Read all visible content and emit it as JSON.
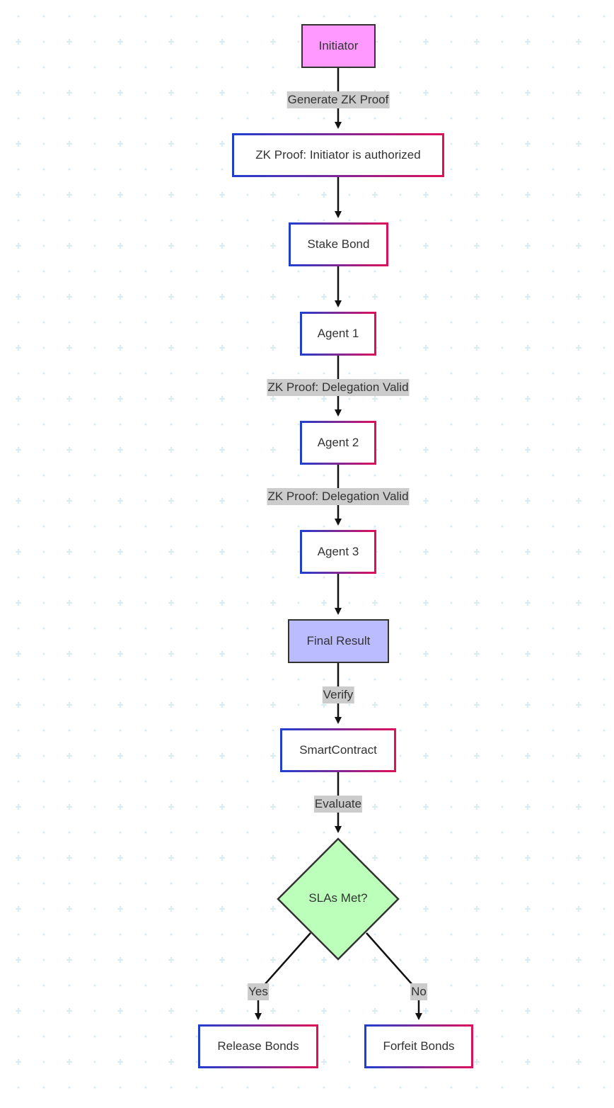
{
  "colors": {
    "background": "#ffffff",
    "grid": "#d8ecf4",
    "initiator_fill": "#ff99ff",
    "final_result_fill": "#bbbbff",
    "decision_fill": "#bbffbb",
    "gradient_start": "#1f3fd0",
    "gradient_end": "#e0105a",
    "edge": "#111111",
    "edge_label_bg": "#cccccc"
  },
  "nodes": {
    "initiator": "Initiator",
    "zk_proof_initiator": "ZK Proof: Initiator is authorized",
    "stake_bond": "Stake Bond",
    "agent_1": "Agent 1",
    "agent_2": "Agent 2",
    "agent_3": "Agent 3",
    "final_result": "Final Result",
    "smart_contract": "SmartContract",
    "slas_met": "SLAs Met?",
    "release_bonds": "Release Bonds",
    "forfeit_bonds": "Forfeit Bonds"
  },
  "edge_labels": {
    "generate_zk_proof": "Generate ZK Proof",
    "delegation_valid_1": "ZK Proof: Delegation Valid",
    "delegation_valid_2": "ZK Proof: Delegation Valid",
    "verify": "Verify",
    "evaluate": "Evaluate",
    "yes": "Yes",
    "no": "No"
  }
}
